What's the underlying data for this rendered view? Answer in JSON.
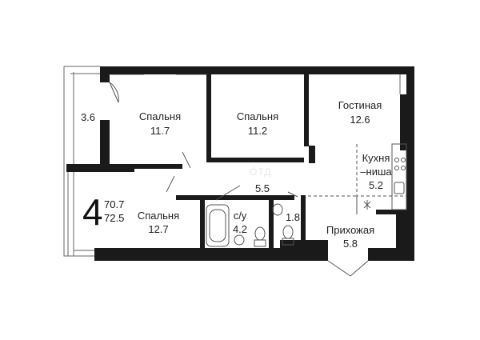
{
  "rooms": [
    {
      "key": "balcony",
      "name": "",
      "area": "3.6"
    },
    {
      "key": "bedroom1",
      "name": "Спальня",
      "area": "11.7"
    },
    {
      "key": "bedroom2",
      "name": "Спальня",
      "area": "11.2"
    },
    {
      "key": "living",
      "name": "Гостиная",
      "area": "12.6"
    },
    {
      "key": "kitchen_a",
      "name": "Кухня",
      "area": ""
    },
    {
      "key": "kitchen_b",
      "name": "–ниша",
      "area": "5.2"
    },
    {
      "key": "corridor",
      "name": "",
      "area": "5.5"
    },
    {
      "key": "bedroom3",
      "name": "Спальня",
      "area": "12.7"
    },
    {
      "key": "bathroom",
      "name": "с/у",
      "area": "4.2"
    },
    {
      "key": "wc",
      "name": "",
      "area": "1.8"
    },
    {
      "key": "hall",
      "name": "Прихожая",
      "area": "5.8"
    }
  ],
  "summary": {
    "rooms_count": "4",
    "living_area": "70.7",
    "total_area": "72.5"
  },
  "colors": {
    "wall": "#1a1a1a",
    "line": "#555555",
    "background": "#ffffff"
  }
}
